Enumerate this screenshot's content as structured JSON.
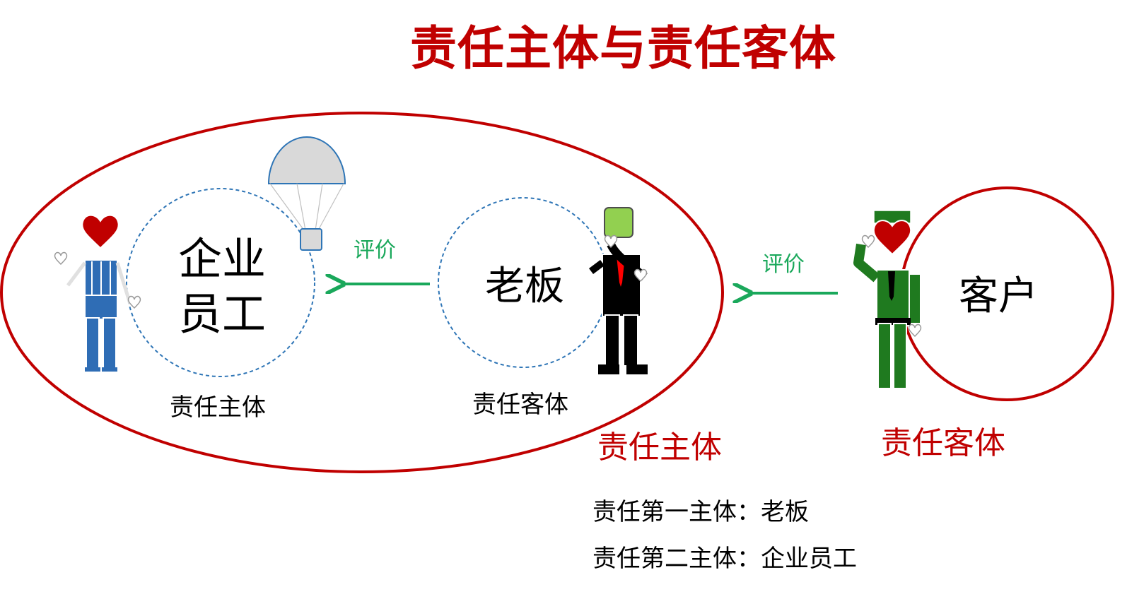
{
  "title": "责任主体与责任客体",
  "nodes": {
    "employee_line1": "企业",
    "employee_line2": "员工",
    "boss": "老板",
    "customer": "客户"
  },
  "captions": {
    "employee_role": "责任主体",
    "boss_role": "责任客体",
    "group_role": "责任主体",
    "customer_role": "责任客体"
  },
  "arrows": {
    "boss_to_employee": "评价",
    "customer_to_group": "评价"
  },
  "notes": [
    "责任第一主体：老板",
    "责任第二主体：企业员工"
  ],
  "colors": {
    "accent_red": "#c00000",
    "arrow_green": "#1aa85b",
    "dashed_blue": "#2e75b6",
    "employee_blue": "#2f6db5",
    "customer_green": "#1f7a1f",
    "boss_head_green": "#92d050"
  }
}
